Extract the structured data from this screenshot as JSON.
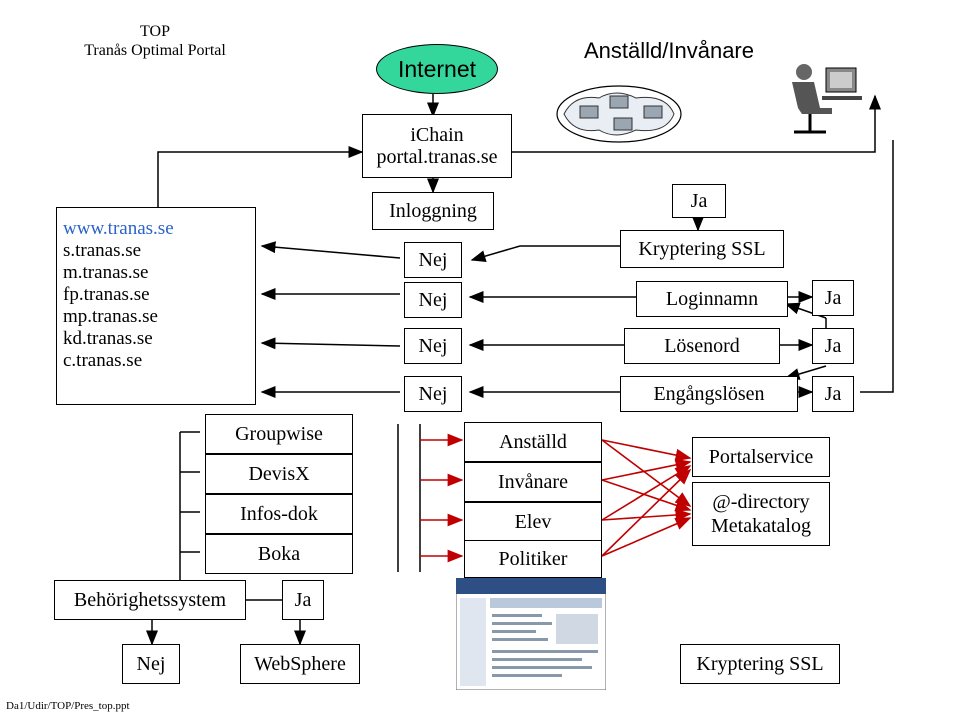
{
  "header": {
    "line1": "TOP",
    "line2": "Tranås Optimal Portal",
    "user_title": "Anställd/Invånare"
  },
  "internet": "Internet",
  "ichain": {
    "line1": "iChain",
    "line2": "portal.tranas.se"
  },
  "sites": [
    "www.tranas.se",
    "s.tranas.se",
    "m.tranas.se",
    "fp.tranas.se",
    "mp.tranas.se",
    "kd.tranas.se",
    "c.tranas.se"
  ],
  "login": {
    "title": "Inloggning",
    "nej": [
      "Nej",
      "Nej",
      "Nej",
      "Nej"
    ],
    "ja_top": "Ja",
    "steps": [
      "Kryptering SSL",
      "Loginnamn",
      "Lösenord",
      "Engångslösen"
    ],
    "ja": [
      "Ja",
      "Ja",
      "Ja"
    ]
  },
  "apps": [
    "Groupwise",
    "DevisX",
    "Infos-dok",
    "Boka"
  ],
  "roles": [
    "Anställd",
    "Invånare",
    "Elev",
    "Politiker"
  ],
  "services": {
    "portal": "Portalservice",
    "directory_line1": "@-directory",
    "directory_line2": "Metakatalog"
  },
  "bottom": {
    "behorighet": "Behörighetssystem",
    "ja": "Ja",
    "nej": "Nej",
    "websphere": "WebSphere",
    "ssl": "Kryptering SSL"
  },
  "footer": "Da1/Udir/TOP/Pres_top.ppt",
  "colors": {
    "internet_fill": "#34d79b",
    "link": "#2a63c6",
    "accent_arrow": "#cc0000"
  }
}
